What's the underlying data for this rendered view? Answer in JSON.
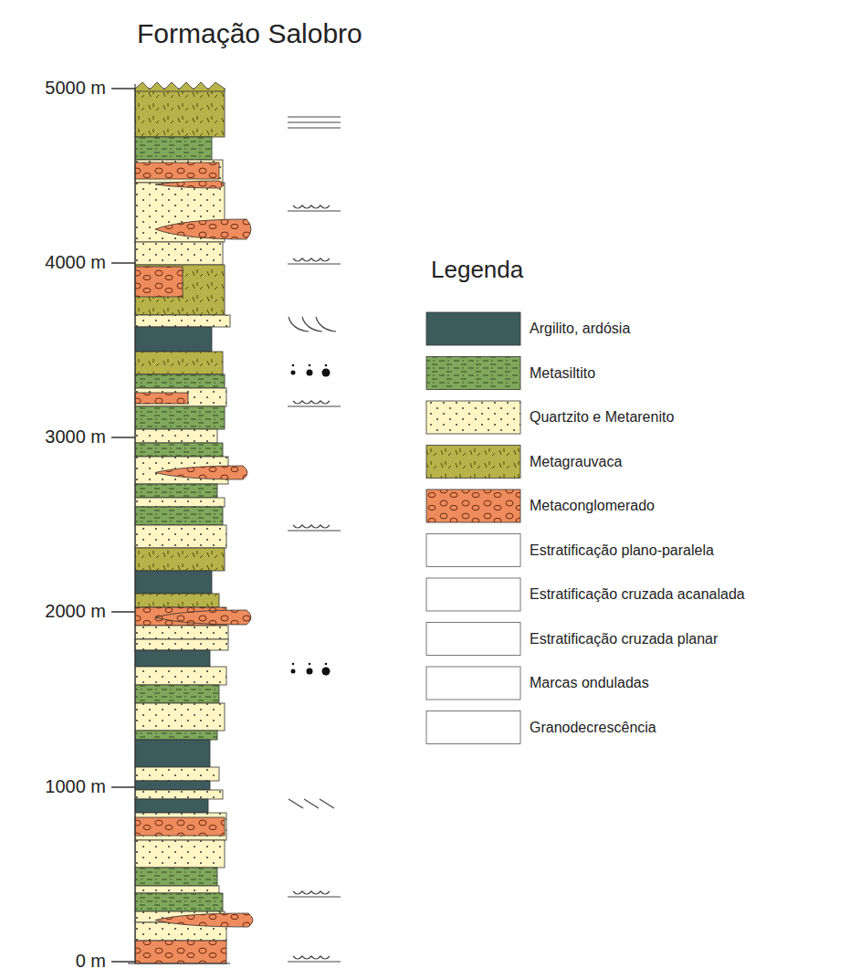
{
  "diagram": {
    "title": "Formação Salobro",
    "labels": [
      "5000 m",
      "4000 m",
      "3000 m",
      "2000 m",
      "1000 m",
      "0 m",
      "Legenda"
    ],
    "legend": [
      {
        "text": "Argilito, ardósia",
        "color": "#3d5b5c"
      },
      {
        "text": "Metasiltito",
        "color": "#80a85c"
      },
      {
        "text": "Quartzito e Metarenito",
        "color": "#fff6c4"
      },
      {
        "text": "Metagrauvaca",
        "color": "#b8b24a"
      },
      {
        "text": "Metaconglomerado",
        "color": "#ee8c5e"
      },
      {
        "text": "Estratificação plano-paralela"
      },
      {
        "text": "Estratificação cruzada acanalada"
      },
      {
        "text": "Estratificação cruzada planar"
      },
      {
        "text": "Marcas onduladas"
      },
      {
        "text": "Granodecrescência"
      }
    ]
  }
}
